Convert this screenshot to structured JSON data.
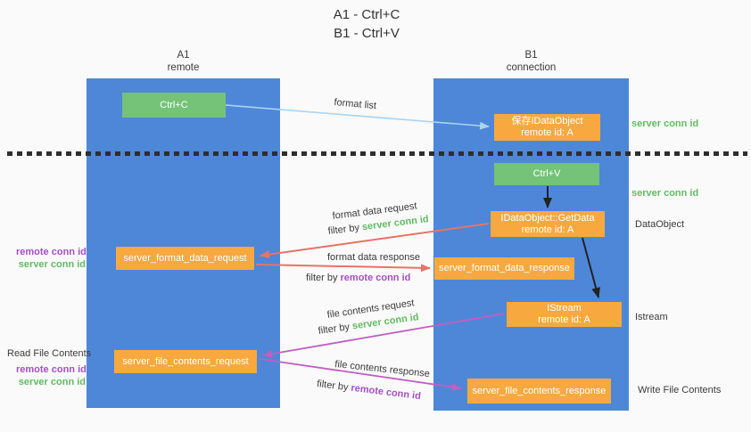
{
  "title": {
    "line1": "A1 - Ctrl+C",
    "line2": "B1 - Ctrl+V"
  },
  "lanes": {
    "left": {
      "name": "A1",
      "role": "remote"
    },
    "right": {
      "name": "B1",
      "role": "connection"
    }
  },
  "boxes": {
    "ctrl_c": {
      "label": "Ctrl+C"
    },
    "save_idataobject": {
      "line1": "保存IDataObject",
      "line2": "remote id: A"
    },
    "ctrl_v": {
      "label": "Ctrl+V"
    },
    "getdata": {
      "line1": "IDataObject::GetData",
      "line2": "remote id: A"
    },
    "format_request": {
      "label": "server_format_data_request"
    },
    "format_response": {
      "label": "server_format_data_response"
    },
    "istream": {
      "line1": "IStream",
      "line2": "remote id: A"
    },
    "file_request": {
      "label": "server_file_contents_request"
    },
    "file_response": {
      "label": "server_file_contents_response"
    }
  },
  "arrow_labels": {
    "format_list": "format list",
    "format_data_request": "format data request",
    "format_data_request_filter": {
      "prefix": "filter by ",
      "id": "server conn id"
    },
    "format_data_response": "format data response",
    "format_data_response_filter": {
      "prefix": "filter by ",
      "id": "remote conn id"
    },
    "file_contents_request": "file contents request",
    "file_contents_request_filter": {
      "prefix": "filter by ",
      "id": "server conn id"
    },
    "file_contents_response": "file contents response",
    "file_contents_response_filter": {
      "prefix": "filter by ",
      "id": "remote conn id"
    }
  },
  "side_labels": {
    "server_conn_id_top": "server conn id",
    "server_conn_id_mid": "server conn id",
    "dataobject": "DataObject",
    "istream": "Istream",
    "write_file_contents": "Write File Contents",
    "read_file_contents": "Read File Contents",
    "left_mid": {
      "remote": "remote conn id",
      "server": "server conn id"
    },
    "left_bottom": {
      "remote": "remote conn id",
      "server": "server conn id"
    }
  },
  "colors": {
    "lane_blue": "#4e87d8",
    "box_orange": "#f7a940",
    "box_green": "#74c378",
    "arrow_light_blue": "#a9d3f2",
    "arrow_red": "#e87368",
    "arrow_magenta": "#bf5fc0",
    "arrow_black": "#222222",
    "label_green": "#62bb62",
    "label_purple": "#a44fc4",
    "background": "#fafafa"
  }
}
